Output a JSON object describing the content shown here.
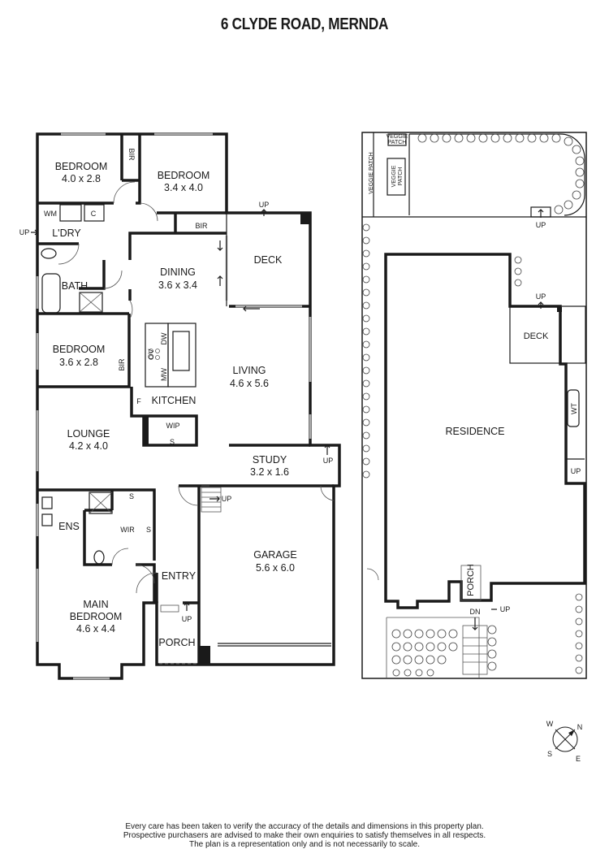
{
  "title": "6 CLYDE ROAD, MERNDA",
  "floorplan": {
    "rooms": {
      "bedroom1": {
        "name": "BEDROOM",
        "dims": "4.0 x 2.8"
      },
      "bedroom2": {
        "name": "BEDROOM",
        "dims": "3.4 x 4.0"
      },
      "bedroom3": {
        "name": "BEDROOM",
        "dims": "3.6 x 2.8"
      },
      "dining": {
        "name": "DINING",
        "dims": "3.6 x 3.4"
      },
      "living": {
        "name": "LIVING",
        "dims": "4.6 x 5.6"
      },
      "lounge": {
        "name": "LOUNGE",
        "dims": "4.2 x 4.0"
      },
      "study": {
        "name": "STUDY",
        "dims": "3.2 x 1.6"
      },
      "garage": {
        "name": "GARAGE",
        "dims": "5.6 x 6.0"
      },
      "main_bedroom": {
        "name": "MAIN",
        "name2": "BEDROOM",
        "dims": "4.6 x 4.4"
      },
      "deck": {
        "name": "DECK"
      },
      "kitchen": {
        "name": "KITCHEN"
      },
      "laundry": {
        "name": "L'DRY"
      },
      "bath": {
        "name": "BATH"
      },
      "ensuite": {
        "name": "ENS"
      },
      "wir": {
        "name": "WIR"
      },
      "wip": {
        "name": "WIP"
      },
      "entry": {
        "name": "ENTRY"
      },
      "porch": {
        "name": "PORCH"
      }
    },
    "fixtures": {
      "bir": "BIR",
      "wm": "WM",
      "c": "C",
      "dw": "DW",
      "ov": "OV",
      "mw": "MW",
      "f": "F",
      "s": "S",
      "up": "UP"
    }
  },
  "siteplan": {
    "residence": "RESIDENCE",
    "deck": "DECK",
    "porch": "PORCH",
    "veggie_patch": "VEGGIE PATCH",
    "veggie_patch_small_1": "VEGGIE",
    "veggie_patch_small_2": "PATCH",
    "wt": "WT",
    "up": "UP",
    "dn": "DN"
  },
  "compass": {
    "n": "N",
    "e": "E",
    "s": "S",
    "w": "W"
  },
  "disclaimer": [
    "Every care has been taken to verify the accuracy of the details and dimensions in this property plan.",
    "Prospective purchasers are advised to make their own enquiries to satisfy themselves in all respects.",
    "The plan is a representation only and is not necessarily to scale."
  ]
}
